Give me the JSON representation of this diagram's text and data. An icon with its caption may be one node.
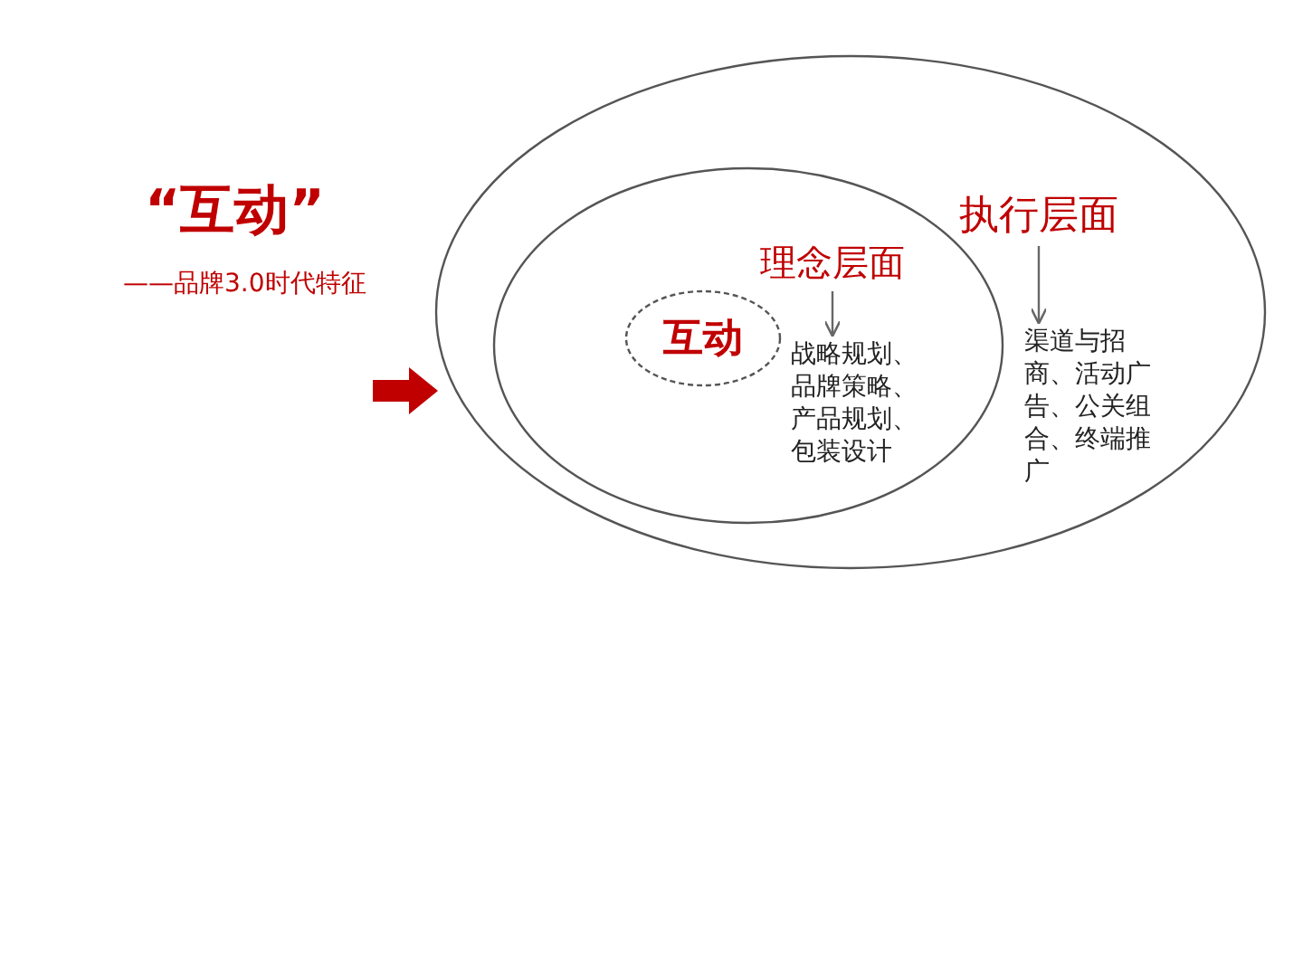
{
  "diagram": {
    "title": "“互动”",
    "nodes": [
      {
        "text": [],
        "shape": "ellipse"
      },
      {
        "text": [
          "执行层面"
        ],
        "in": 0
      },
      {
        "text": [
          "渠道与招商、活动广告、公关组合、终端推广"
        ],
        "in": 0
      },
      {
        "text": [],
        "shape": "ellipse",
        "in": 0
      },
      {
        "text": [
          "理念层面"
        ],
        "in": 3
      },
      {
        "text": [
          "战略规划、品牌策略、产品规划、包装设计"
        ],
        "in": 3
      },
      {
        "text": [
          "互动"
        ],
        "in": 3
      }
    ],
    "edges": [
      {
        "from": 1,
        "to": 2,
        "arrow": "to"
      },
      {
        "from": 4,
        "to": 5,
        "arrow": "to"
      }
    ],
    "labels": [
      "——品牌3.0时代特征"
    ]
  }
}
